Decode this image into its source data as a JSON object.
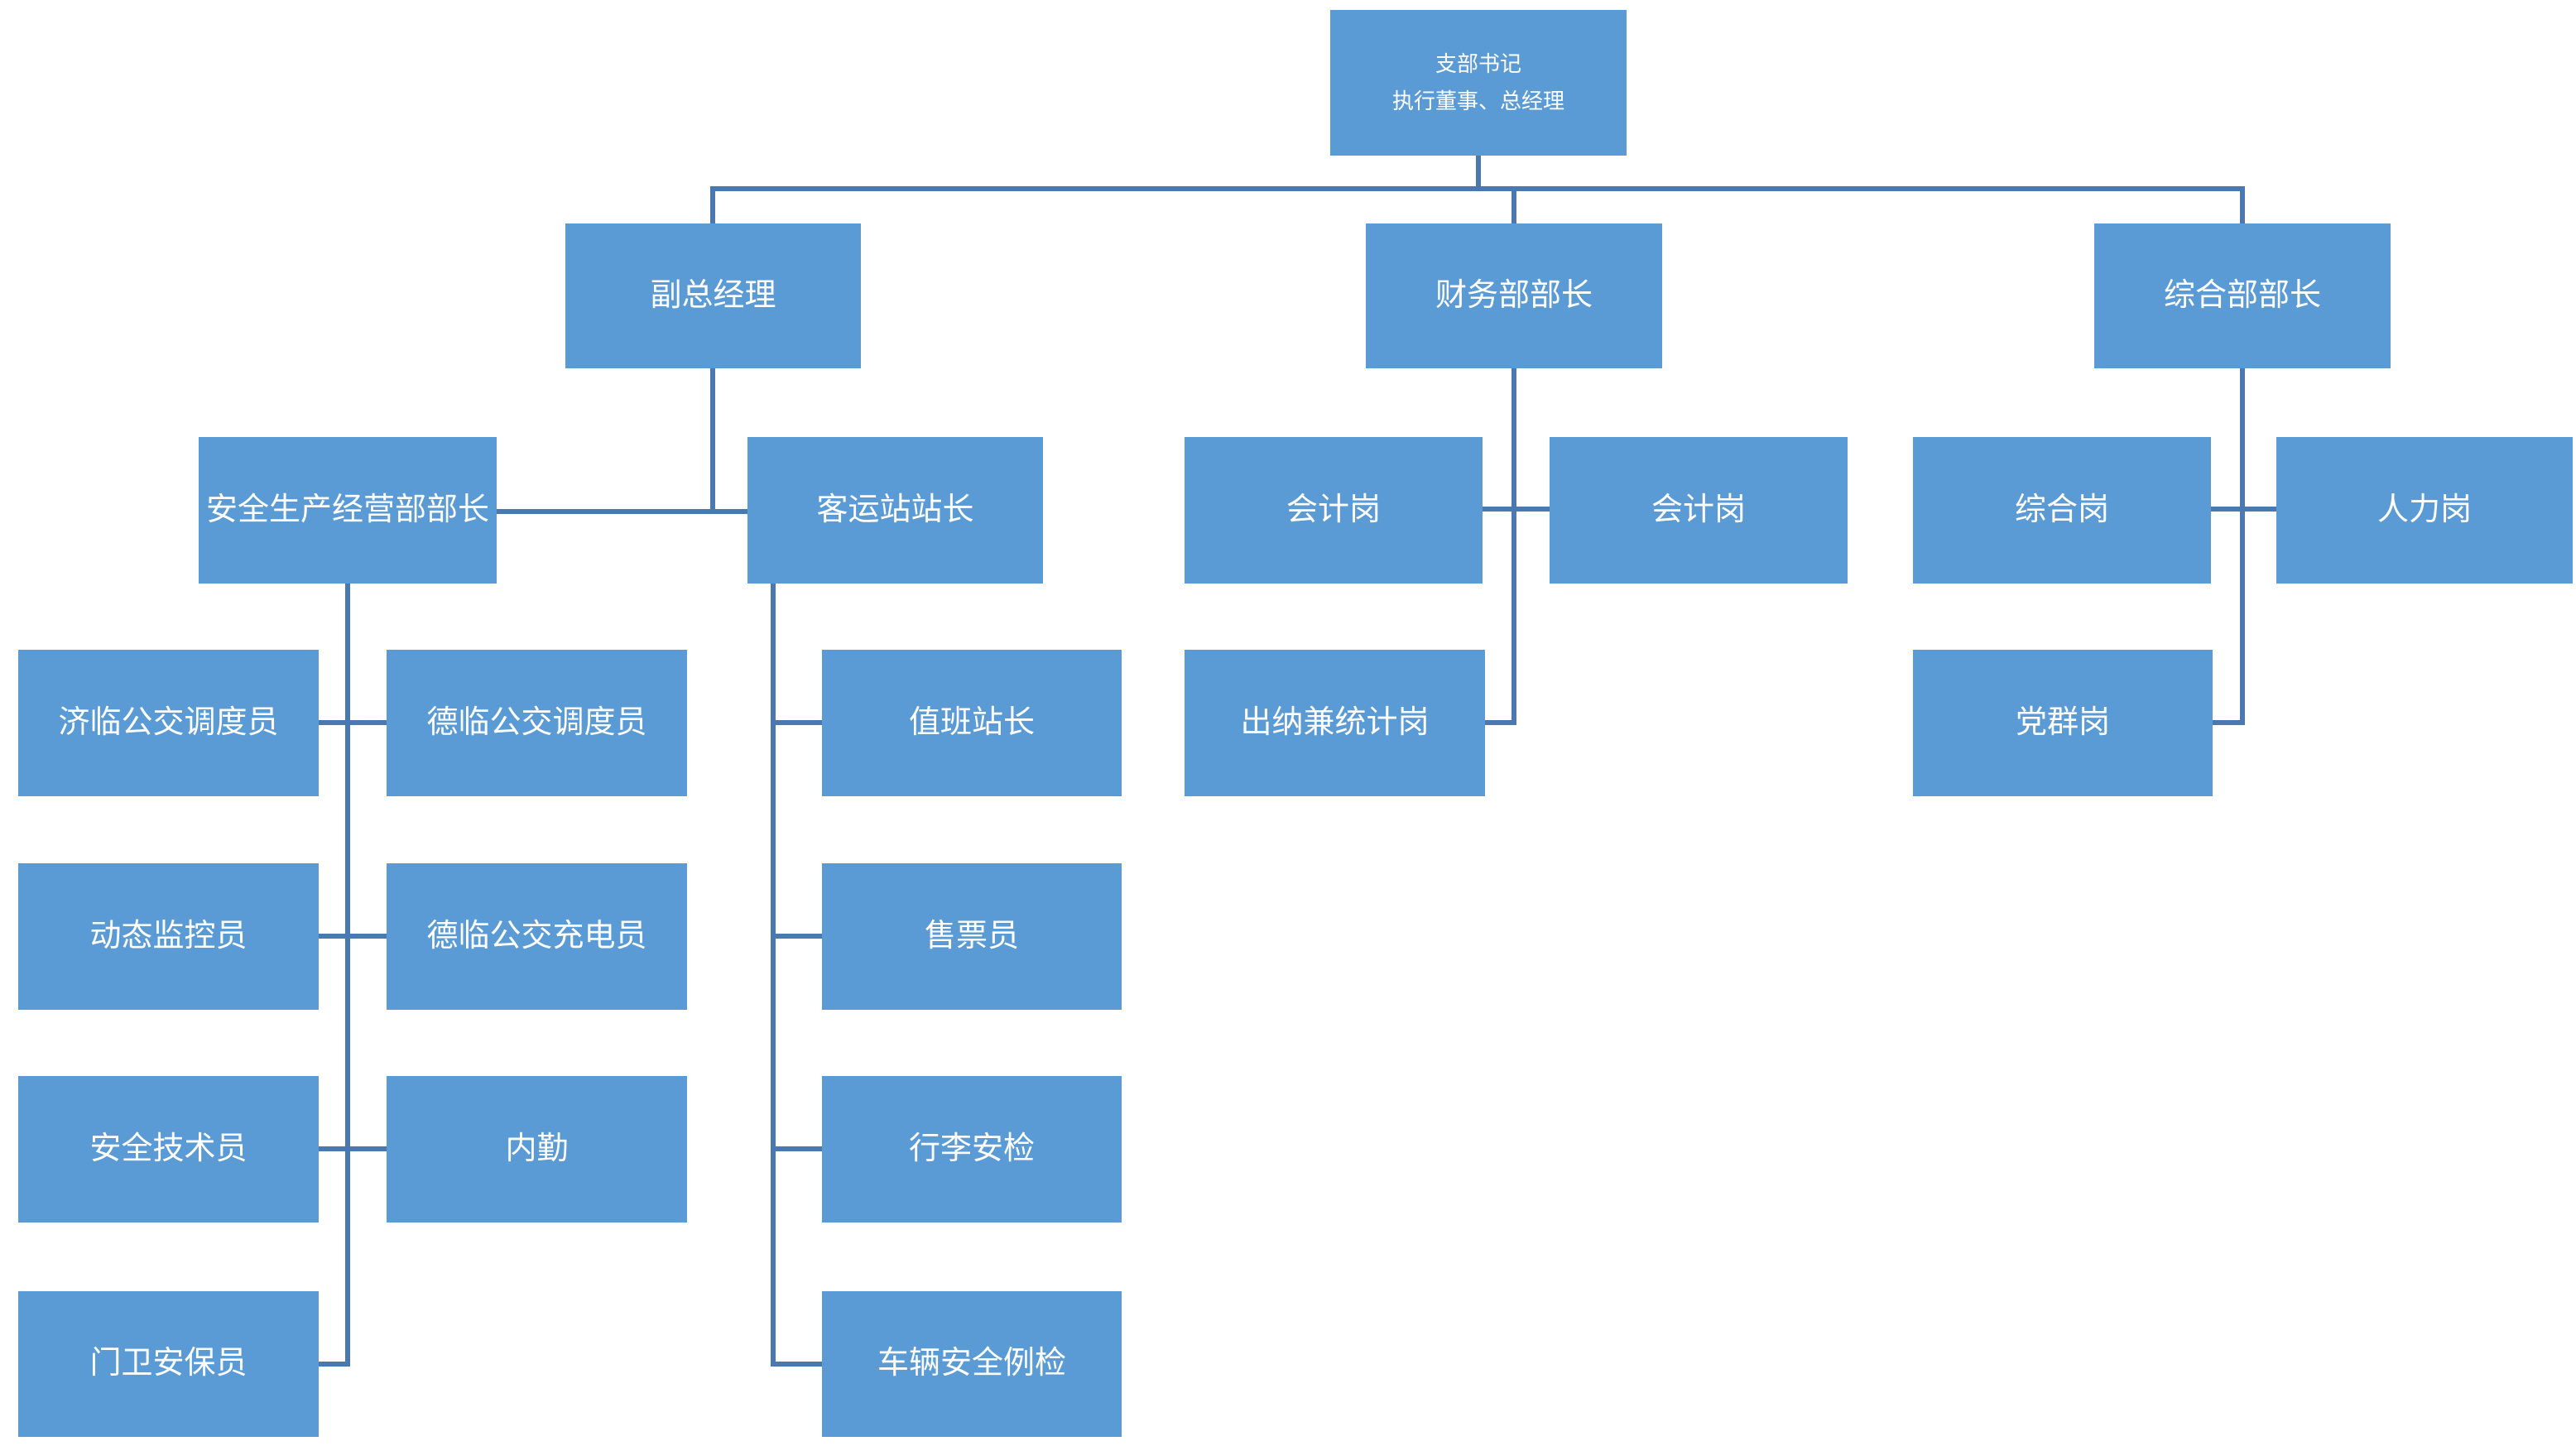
{
  "colors": {
    "node_fill": "#5B9BD5",
    "node_text": "#FFFFFF",
    "connector": "#4979B0",
    "background": "#FFFFFF"
  },
  "nodes": {
    "root_line1": "支部书记",
    "root_line2": "执行董事、总经理",
    "vice_general_manager": "副总经理",
    "finance_dept_head": "财务部部长",
    "general_dept_head": "综合部部长",
    "safety_production_ops_head": "安全生产经营部部长",
    "passenger_station_master": "客运站站长",
    "accounting_post_1": "会计岗",
    "accounting_post_2": "会计岗",
    "general_affairs_post": "综合岗",
    "hr_post": "人力岗",
    "jilin_bus_dispatcher": "济临公交调度员",
    "delin_bus_dispatcher": "德临公交调度员",
    "duty_station_master": "值班站长",
    "cashier_statistics_post": "出纳兼统计岗",
    "party_mass_post": "党群岗",
    "dynamic_monitor": "动态监控员",
    "delin_bus_charger": "德临公交充电员",
    "ticket_seller": "售票员",
    "safety_technician": "安全技术员",
    "internal_clerk": "内勤",
    "luggage_security_check": "行李安检",
    "gate_security_guard": "门卫安保员",
    "vehicle_safety_inspection": "车辆安全例检"
  },
  "hierarchy": {
    "root": [
      "vice_general_manager",
      "finance_dept_head",
      "general_dept_head"
    ],
    "vice_general_manager": [
      "safety_production_ops_head",
      "passenger_station_master"
    ],
    "safety_production_ops_head": [
      "jilin_bus_dispatcher",
      "delin_bus_dispatcher",
      "dynamic_monitor",
      "delin_bus_charger",
      "safety_technician",
      "internal_clerk",
      "gate_security_guard"
    ],
    "passenger_station_master": [
      "duty_station_master",
      "ticket_seller",
      "luggage_security_check",
      "vehicle_safety_inspection"
    ],
    "finance_dept_head": [
      "accounting_post_1",
      "accounting_post_2",
      "cashier_statistics_post"
    ],
    "general_dept_head": [
      "general_affairs_post",
      "hr_post",
      "party_mass_post"
    ]
  }
}
